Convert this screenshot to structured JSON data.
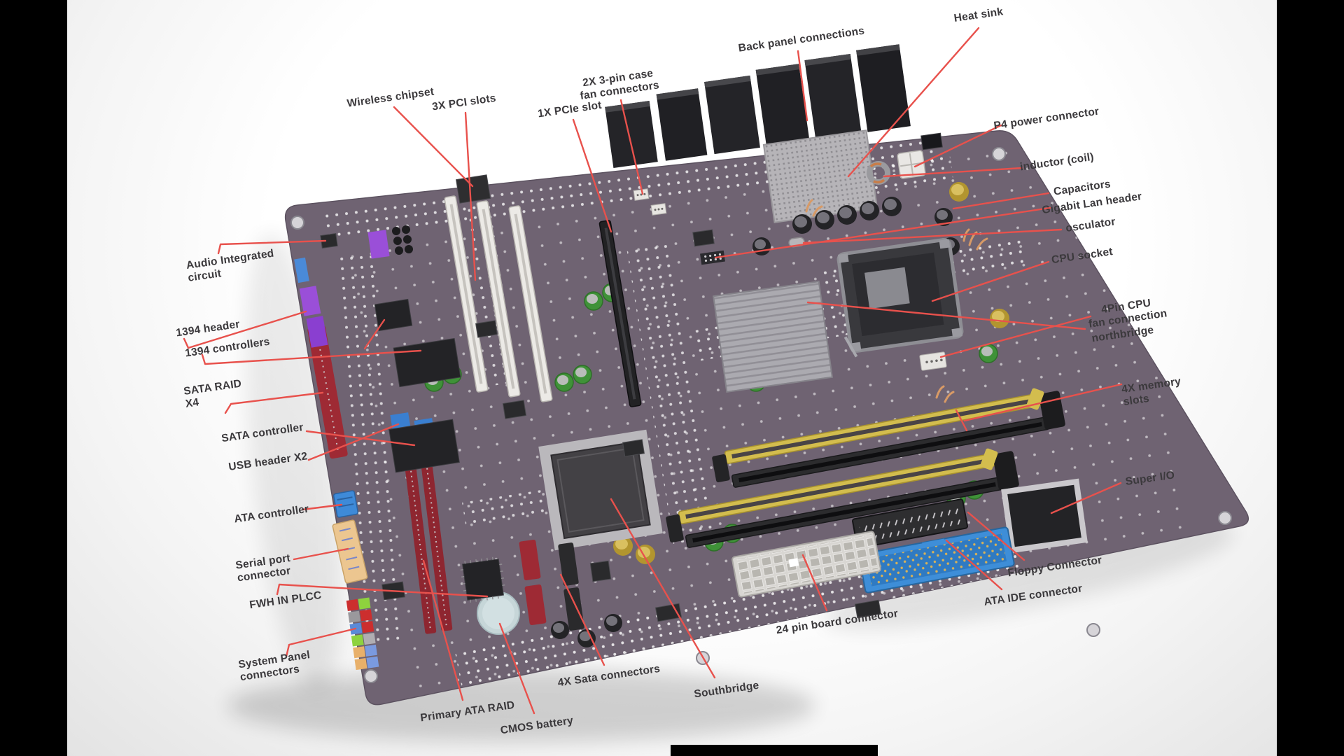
{
  "page": {
    "background_color": "#000000",
    "canvas_background": "#ffffff"
  },
  "colors": {
    "leader_line": "#e8514c",
    "board": "#6f6372",
    "label_text": "#3b393c",
    "memory_slot_yellow": "#d3bd4e",
    "ide_connector_blue": "#3e8ed8",
    "sata_red": "#9e2a34",
    "back_panel_black": "#242428"
  },
  "labels": [
    {
      "id": "heat-sink",
      "text": "Heat sink"
    },
    {
      "id": "back-panel-connections",
      "text": "Back panel connections"
    },
    {
      "id": "p4-power-connector",
      "text": "P4 power connector"
    },
    {
      "id": "inductor-coil",
      "text": "inductor (coil)"
    },
    {
      "id": "capacitors",
      "text": "Capacitors"
    },
    {
      "id": "gigabit-lan-header",
      "text": "Gigabit Lan header"
    },
    {
      "id": "osculator",
      "text": "osculator"
    },
    {
      "id": "cpu-socket",
      "text": "CPU socket"
    },
    {
      "id": "cpu-fan-connection",
      "text": "4Pin  CPU\nfan connection"
    },
    {
      "id": "northbridge",
      "text": "northbridge"
    },
    {
      "id": "memory-slots",
      "text": "4X  memory\nslots"
    },
    {
      "id": "super-io",
      "text": "Super I/O"
    },
    {
      "id": "floppy-connector",
      "text": "Floppy Connector"
    },
    {
      "id": "ata-ide-connector",
      "text": "ATA IDE connector"
    },
    {
      "id": "24-pin-board-connector",
      "text": "24 pin board connector"
    },
    {
      "id": "southbridge",
      "text": "Southbridge"
    },
    {
      "id": "sata-connectors",
      "text": "4X Sata connectors"
    },
    {
      "id": "cmos-battery",
      "text": "CMOS battery"
    },
    {
      "id": "primary-ata-raid",
      "text": "Primary ATA RAID"
    },
    {
      "id": "system-panel-connectors",
      "text": "System Panel\nconnectors"
    },
    {
      "id": "fwh-in-plcc",
      "text": "FWH IN PLCC"
    },
    {
      "id": "serial-port-connector",
      "text": "Serial port\nconnector"
    },
    {
      "id": "ata-controller",
      "text": "ATA controller"
    },
    {
      "id": "usb-header-x2",
      "text": "USB header X2"
    },
    {
      "id": "sata-controller",
      "text": "SATA controller"
    },
    {
      "id": "sata-raid-x4",
      "text": "SATA RAID\nX4"
    },
    {
      "id": "1394-controllers",
      "text": "1394 controllers"
    },
    {
      "id": "1394-header",
      "text": "1394 header"
    },
    {
      "id": "audio-integrated-circuit",
      "text": "Audio Integrated\ncircuit"
    },
    {
      "id": "wireless-chipset",
      "text": "Wireless chipset"
    },
    {
      "id": "pci-slots",
      "text": "3X PCI slots"
    },
    {
      "id": "pcie-slot",
      "text": "1X PCIe slot"
    },
    {
      "id": "case-fan-connectors",
      "text": "2X  3-pin case\nfan connectors"
    }
  ]
}
